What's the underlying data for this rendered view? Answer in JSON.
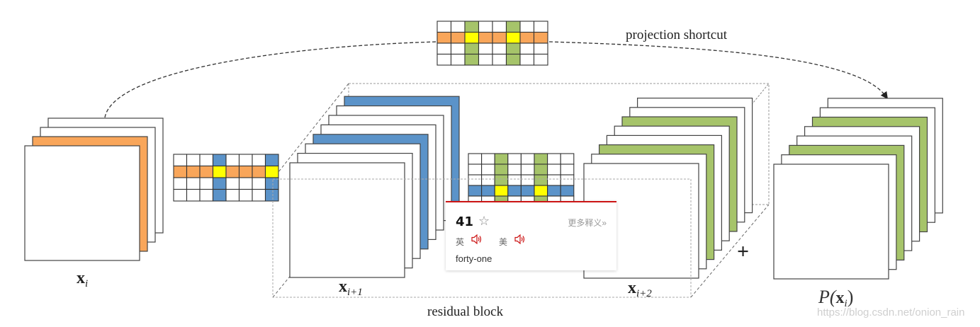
{
  "diagram": {
    "title_annotation": "projection shortcut",
    "residual_label": "residual block",
    "plus_sign": "+",
    "colors": {
      "orange": "#f9a65a",
      "blue": "#5b93c9",
      "green": "#a6c46a",
      "yellow": "#ffff00",
      "white": "#ffffff",
      "stroke": "#333333"
    },
    "stacks": [
      {
        "id": "x_i",
        "label_main": "x",
        "label_sub": "i",
        "layers": [
          "white",
          "orange",
          "white",
          "white"
        ]
      },
      {
        "id": "x_i_plus_1",
        "label_main": "x",
        "label_sub": "i+1",
        "layers": [
          "white",
          "white",
          "white",
          "blue",
          "white",
          "white",
          "white",
          "blue"
        ]
      },
      {
        "id": "x_i_plus_2",
        "label_main": "x",
        "label_sub": "i+2",
        "layers": [
          "white",
          "white",
          "green",
          "white",
          "white",
          "green",
          "white",
          "white"
        ]
      },
      {
        "id": "p_x_i",
        "label_prefix": "P(",
        "label_main": "x",
        "label_sub": "i",
        "label_suffix": ")",
        "layers": [
          "white",
          "white",
          "green",
          "white",
          "white",
          "green",
          "white",
          "white"
        ]
      }
    ],
    "kernels": [
      {
        "id": "kernel-projection",
        "rows": 4,
        "cols": 8,
        "row_color": "orange",
        "row_index": 1,
        "col_color": "green",
        "col_indices": [
          2,
          5
        ]
      },
      {
        "id": "kernel-1",
        "rows": 4,
        "cols": 8,
        "row_color": "orange",
        "row_index": 1,
        "col_color": "blue",
        "col_indices": [
          3,
          7
        ]
      },
      {
        "id": "kernel-2",
        "rows": 5,
        "cols": 8,
        "row_color": "blue",
        "row_index": 3,
        "col_color": "green",
        "col_indices": [
          2,
          5
        ]
      }
    ]
  },
  "popup": {
    "word": "41",
    "star_icon": "☆",
    "more_link": "更多释义»",
    "uk_label": "英",
    "us_label": "美",
    "meaning": "forty-one"
  },
  "watermark": "https://blog.csdn.net/onion_rain"
}
